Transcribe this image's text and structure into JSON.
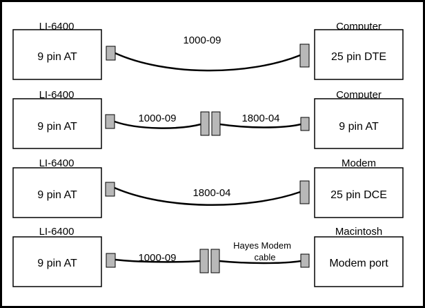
{
  "rows": [
    {
      "left_header": "LI-6400",
      "left_label": "9 pin AT",
      "right_header": "Computer",
      "right_label": "25 pin DTE",
      "cable_labels": [
        "1000-09"
      ]
    },
    {
      "left_header": "LI-6400",
      "left_label": "9 pin AT",
      "right_header": "Computer",
      "right_label": "9 pin AT",
      "cable_labels": [
        "1000-09",
        "1800-04"
      ]
    },
    {
      "left_header": "LI-6400",
      "left_label": "9 pin AT",
      "right_header": "Modem",
      "right_label": "25 pin DCE",
      "cable_labels": [
        "1800-04"
      ]
    },
    {
      "left_header": "LI-6400",
      "left_label": "9 pin AT",
      "right_header": "Macintosh",
      "right_label": "Modem port",
      "cable_labels": [
        "1000-09",
        "Hayes Modem",
        "cable"
      ]
    }
  ],
  "colors": {
    "connector_fill": "#b8b8b8",
    "line": "#000000"
  }
}
